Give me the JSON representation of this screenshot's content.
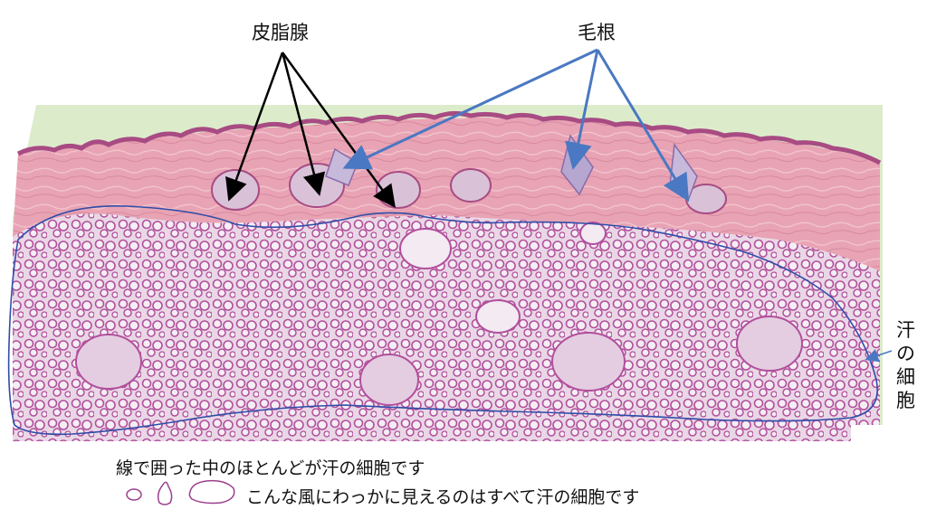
{
  "labels": {
    "sebaceous_gland": "皮脂腺",
    "hair_root": "毛根",
    "sweat_cells": "汗の細胞"
  },
  "caption": {
    "line1": "線で囲った中のほとんどが汗の細胞です",
    "line2": "こんな風にわっかに見えるのはすべて汗の細胞です"
  },
  "colors": {
    "black_arrow": "#000000",
    "blue_arrow": "#4a78c2",
    "outline": "#2f4da8",
    "legend_shape": "#9b3f8f",
    "dermis": "#e8a3b4",
    "epidermis": "#a84b83",
    "tissue_bg": "#dceccb",
    "gland_ring": "#b24f9c"
  }
}
